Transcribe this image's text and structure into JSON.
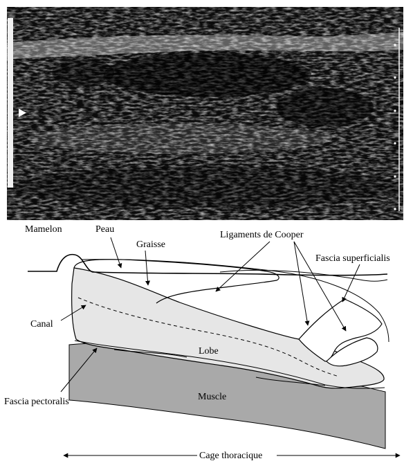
{
  "labels": {
    "mamelon": "Mamelon",
    "peau": "Peau",
    "graisse": "Graisse",
    "ligaments": "Ligaments de Cooper",
    "fascia_superficialis": "Fascia superficialis",
    "canal": "Canal",
    "lobe": "Lobe",
    "fascia_pectoralis": "Fascia pectoralis",
    "muscle": "Muscle",
    "cage": "Cage thoracique"
  },
  "colors": {
    "ultrasound_bg": "#0b0b0b",
    "lobe_fill": "#e6e6e6",
    "muscle_fill": "#a9a9a9",
    "line": "#000000"
  }
}
